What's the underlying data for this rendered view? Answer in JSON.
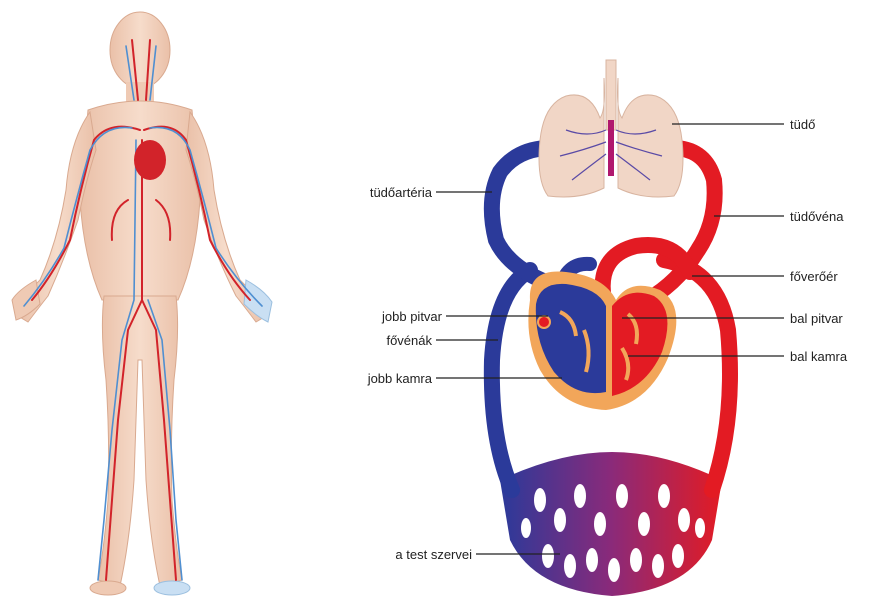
{
  "labels": {
    "lung": "tüdő",
    "pulmonary_artery": "tüdőartéria",
    "pulmonary_vein": "tüdővéna",
    "aorta": "főverőér",
    "right_atrium": "jobb pitvar",
    "vena_cava": "fővénák",
    "left_atrium": "bal pitvar",
    "left_ventricle": "bal kamra",
    "right_ventricle": "jobb kamra",
    "body_organs": "a test szervei"
  },
  "colors": {
    "deoxygenated": "#2b3a9a",
    "oxygenated": "#e31b23",
    "mixed": "#8a2a7a",
    "lung_tissue": "#f1d6c6",
    "skin": "#f3d3c0",
    "pericardium": "#f2a65a"
  }
}
